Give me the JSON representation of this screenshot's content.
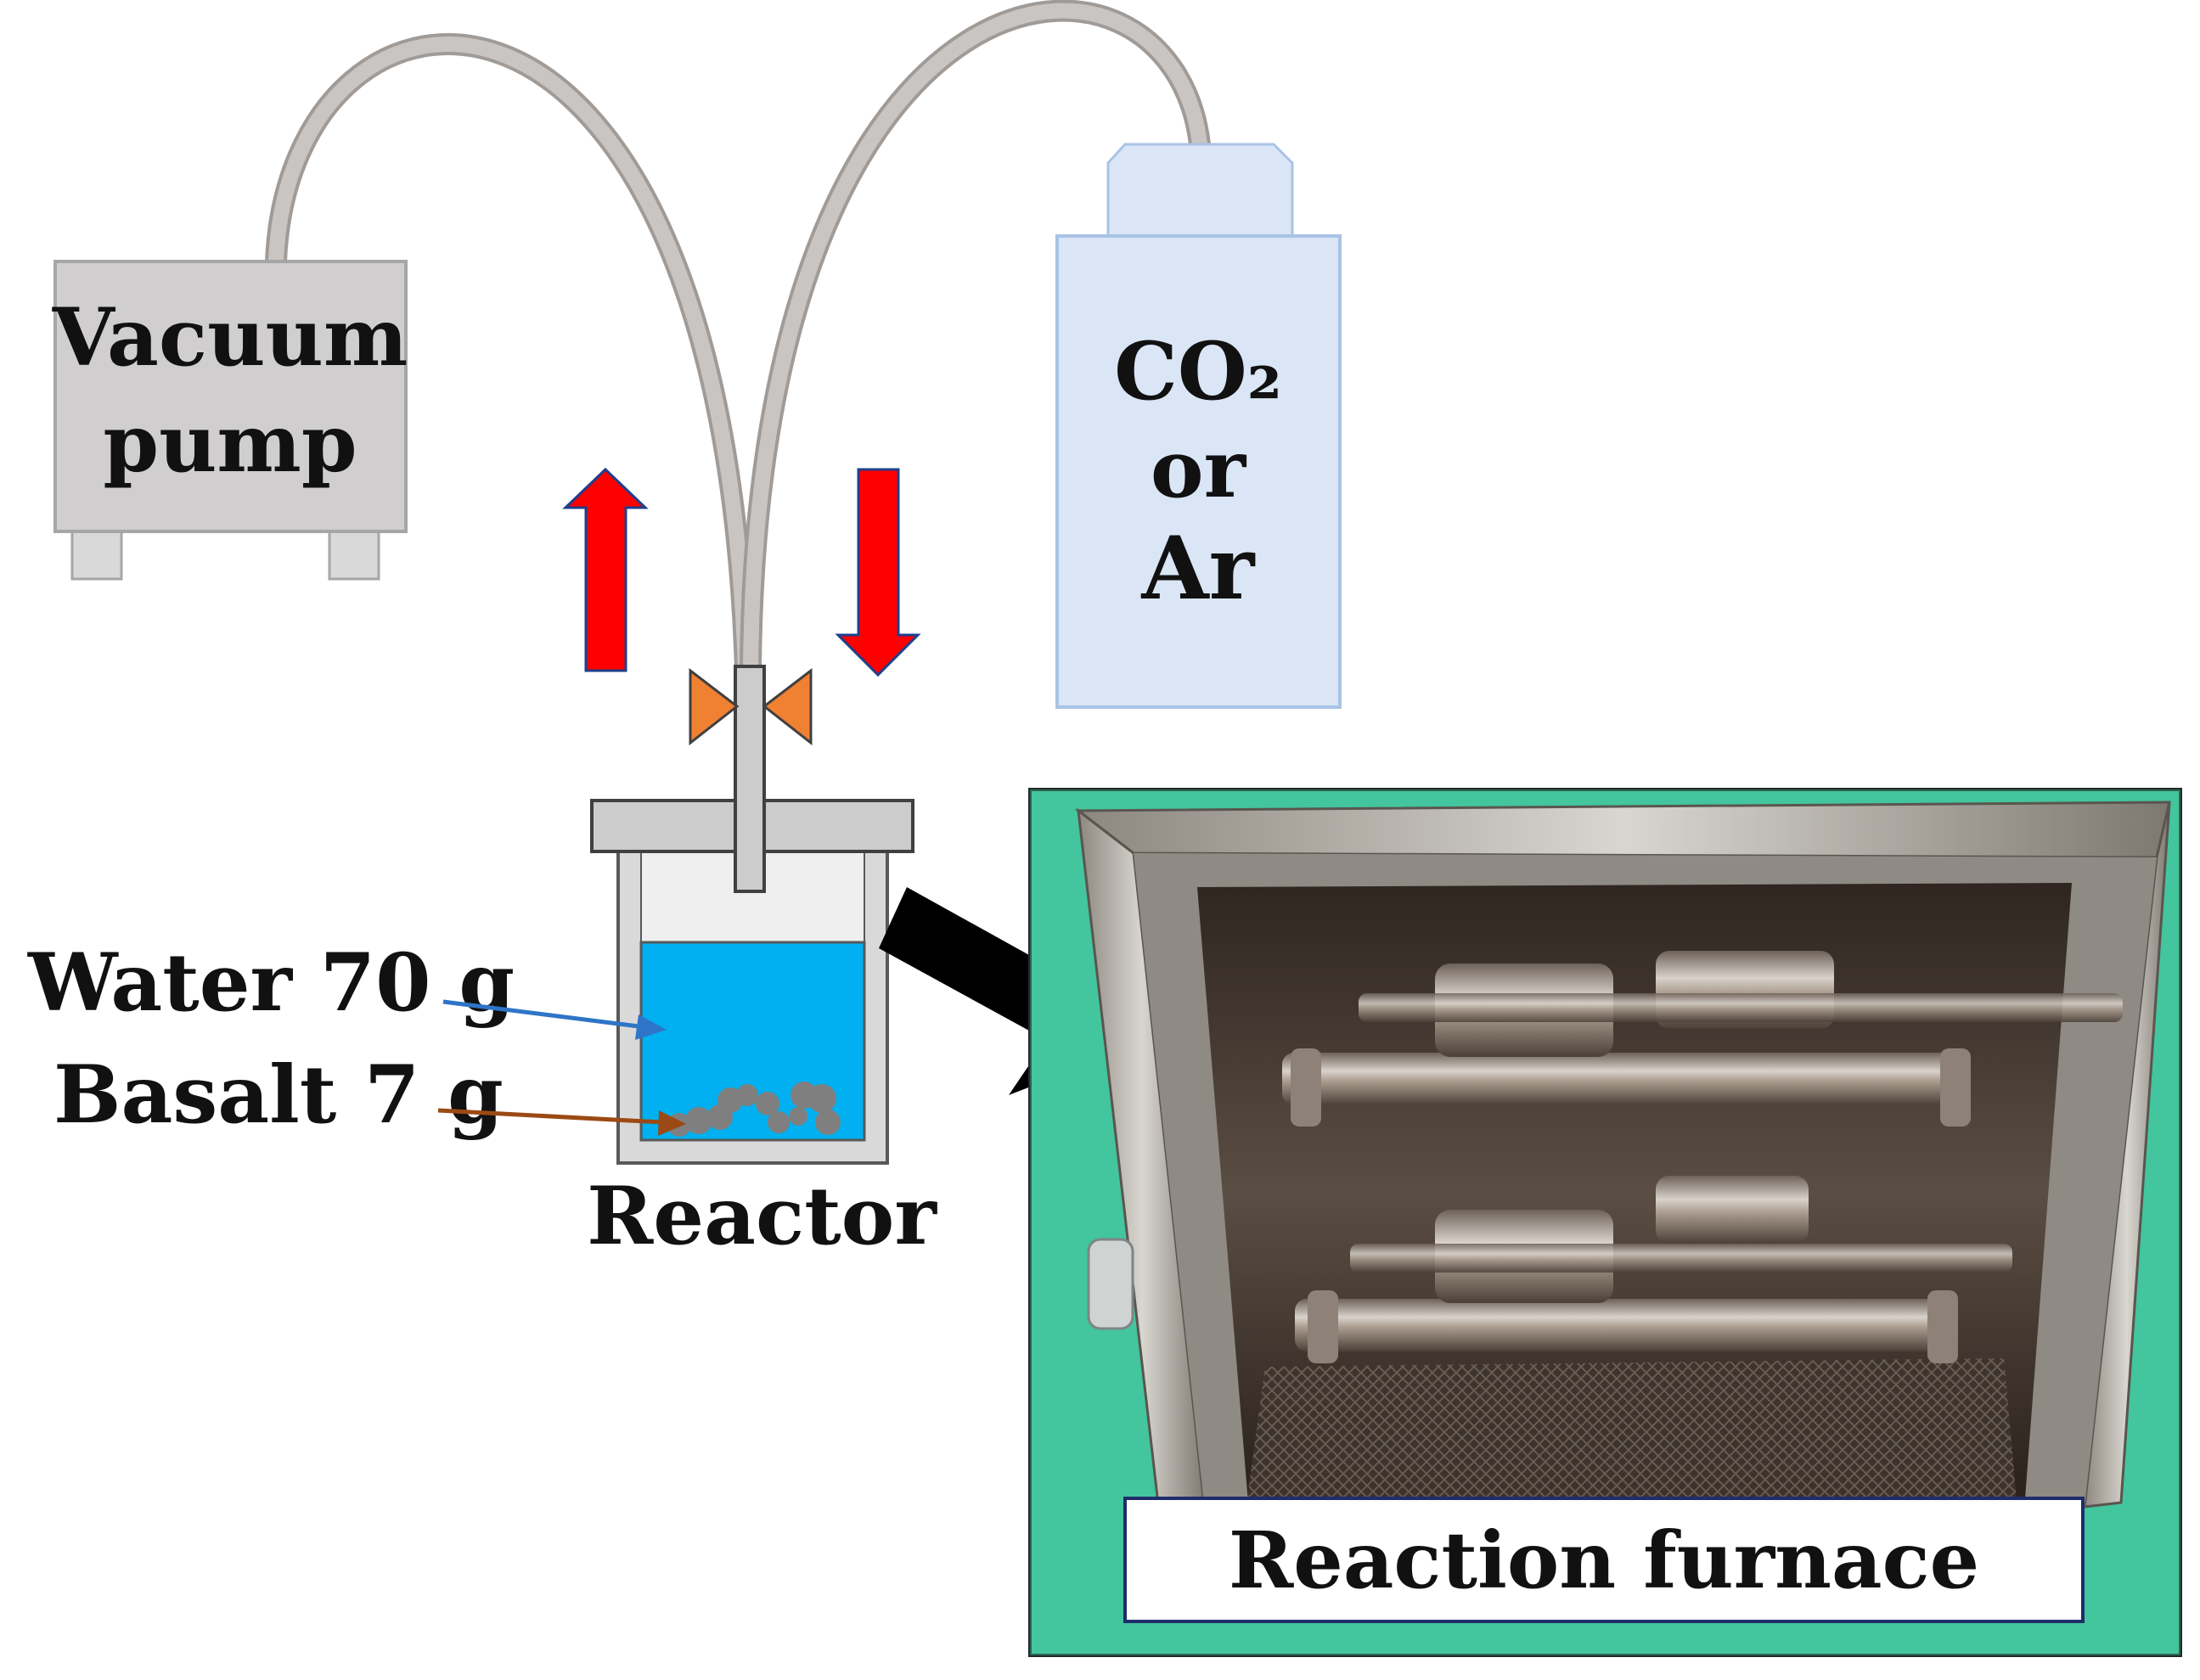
{
  "labels": {
    "vacuum_line1": "Vacuum",
    "vacuum_line2": "pump",
    "gas_line1": "CO₂",
    "gas_line2": "or",
    "gas_line3": "Ar",
    "water": "Water 70 g",
    "basalt": "Basalt 7 g",
    "reactor": "Reactor",
    "furnace": "Reaction furnace"
  },
  "colors": {
    "tube": "#c0bcb9",
    "pump_body": "#d0cece",
    "cylinder_body": "#dae6f5",
    "water": "#00b0f0",
    "flow_arrow": "#ff0000",
    "valve": "#f08132",
    "furnace_frame": "#3dbf97",
    "water_pointer": "#2e75c7",
    "basalt_pointer": "#9c4a15"
  },
  "icons": {
    "valve": "butterfly-valve-icon",
    "pump": "vacuum-pump-icon",
    "cylinder": "gas-cylinder-icon"
  }
}
